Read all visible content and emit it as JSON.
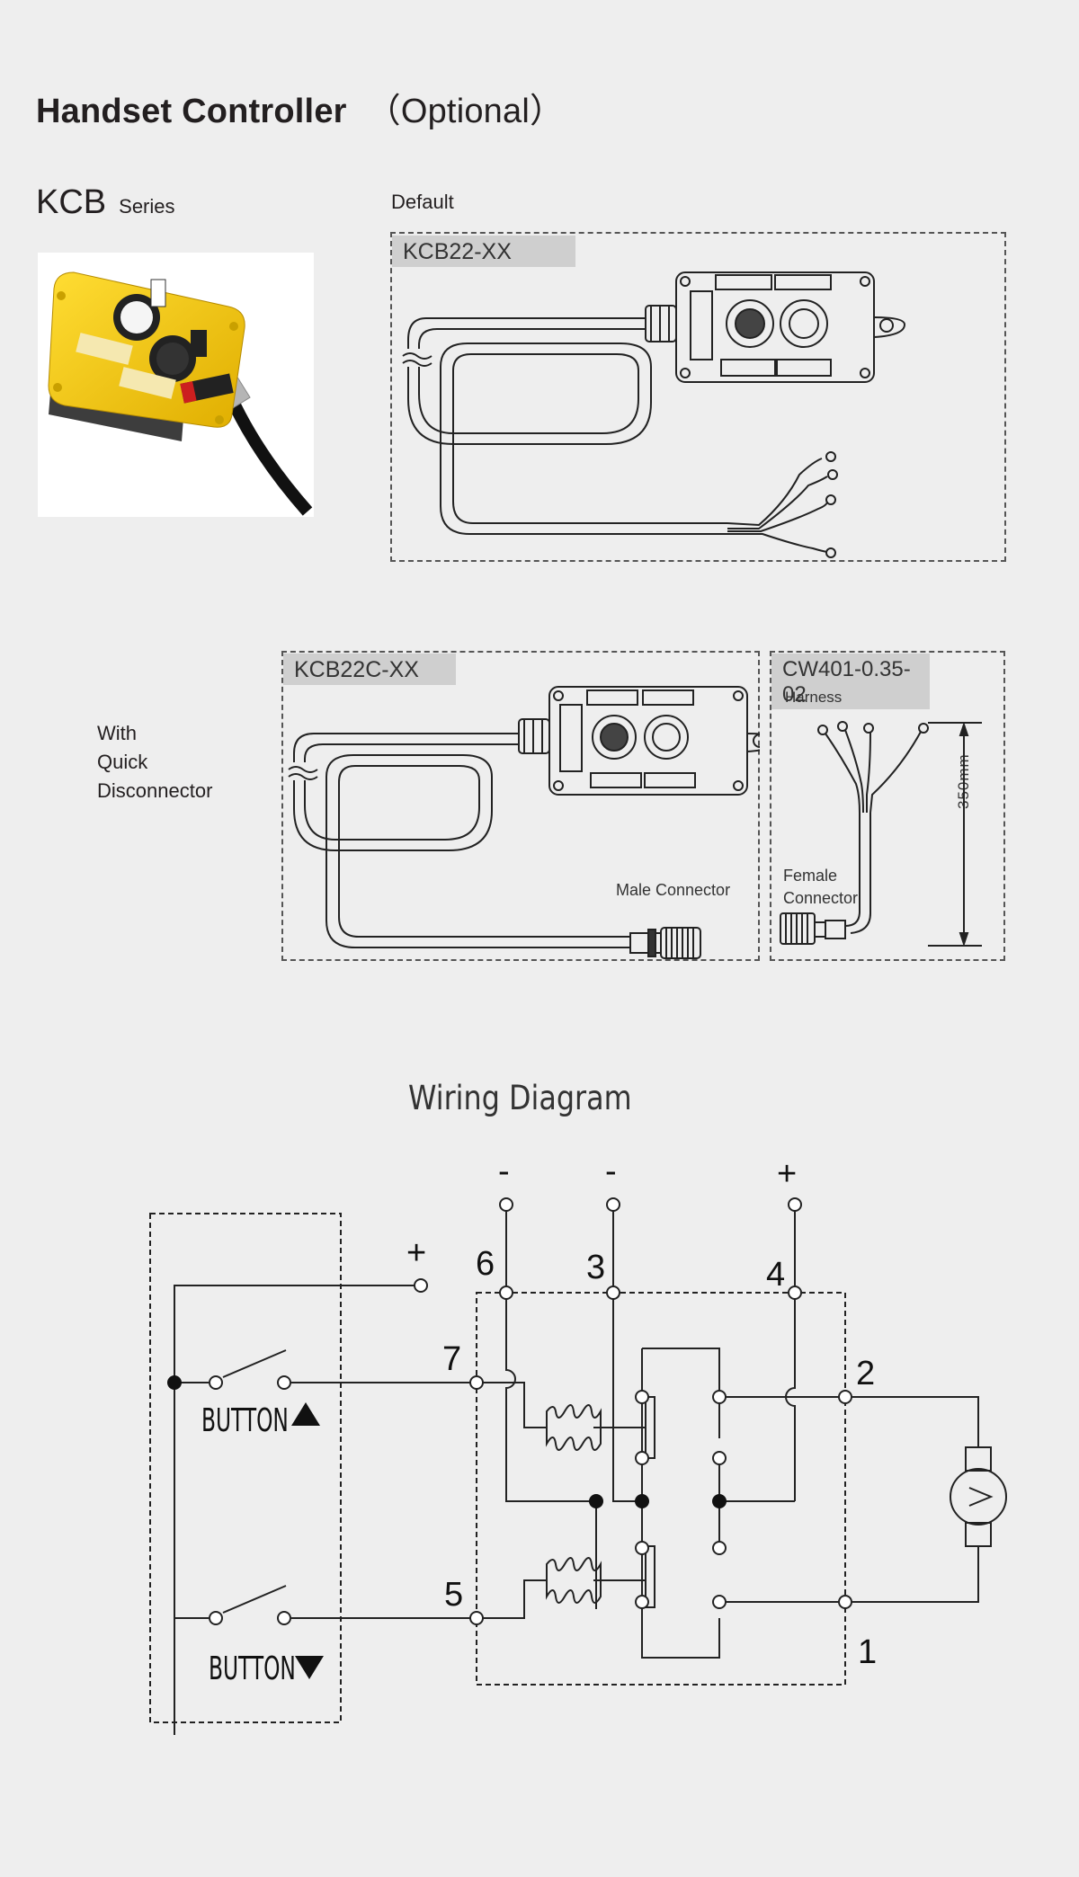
{
  "header": {
    "title": "Handset Controller",
    "subtitle": "（Optional）"
  },
  "series": {
    "name": "KCB",
    "suffix": "Series"
  },
  "default_section": {
    "caption": "Default",
    "model": "KCB22-XX"
  },
  "quick_section": {
    "label_lines": [
      "With",
      "Quick",
      "Disconnector"
    ],
    "model": "KCB22C-XX",
    "male_connector": "Male Connector"
  },
  "harness_section": {
    "model": "CW401-0.35-02",
    "harness_label": "Harness",
    "female_connector_lines": [
      "Female",
      "Connector"
    ],
    "length": "350mm"
  },
  "wiring": {
    "title": "Wiring Diagram",
    "terminal_signs": [
      "-",
      "-",
      "+"
    ],
    "aux_sign": "+",
    "terminals": [
      "6",
      "3",
      "4",
      "7",
      "2",
      "5",
      "1"
    ],
    "button_up": "BUTTON",
    "button_down": "BUTTON"
  },
  "colors": {
    "background": "#eeeeee",
    "label_box": "#cfcfcf",
    "housing_yellow": "#f2c400",
    "line": "#222222"
  }
}
